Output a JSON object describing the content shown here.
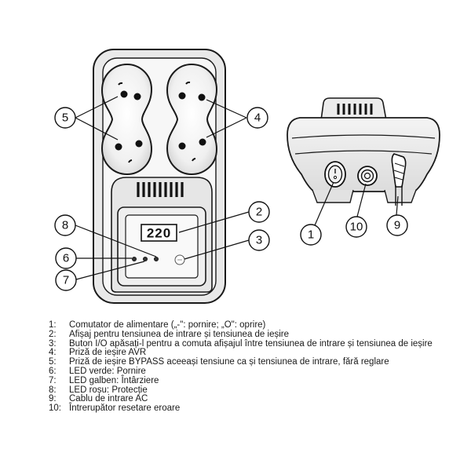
{
  "display": {
    "reading": "220"
  },
  "callouts": {
    "front": [
      "5",
      "4",
      "8",
      "2",
      "6",
      "3",
      "7"
    ],
    "side": [
      "1",
      "10",
      "9"
    ]
  },
  "legend": [
    {
      "num": "1:",
      "desc": "Comutator de alimentare („-\": pornire; „O\": oprire)"
    },
    {
      "num": "2:",
      "desc": "Afișaj pentru tensiunea de intrare și tensiunea de ieșire"
    },
    {
      "num": "3:",
      "desc": "Buton I/O apăsați-l pentru a comuta afișajul între tensiunea de intrare și tensiunea de ieșire"
    },
    {
      "num": "4:",
      "desc": "Priză de ieșire AVR"
    },
    {
      "num": "5:",
      "desc": "Priză de ieșire BYPASS aceeași tensiune ca și tensiunea de intrare, fără reglare"
    },
    {
      "num": "6:",
      "desc": "LED verde: Pornire"
    },
    {
      "num": "7:",
      "desc": "LED galben: Întârziere"
    },
    {
      "num": "8:",
      "desc": "LED roșu: Protecție"
    },
    {
      "num": "9:",
      "desc": "Cablu de intrare AC"
    },
    {
      "num": "10:",
      "desc": "Întrerupător resetare eroare"
    }
  ]
}
